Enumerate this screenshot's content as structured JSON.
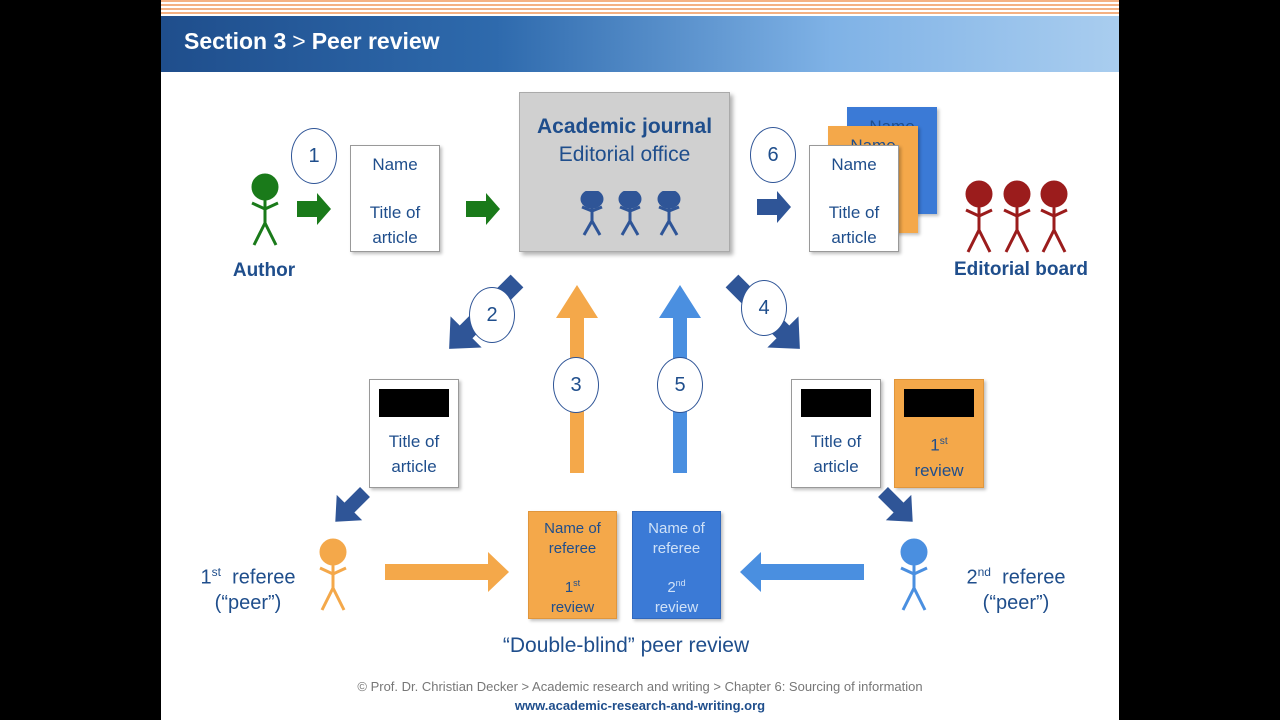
{
  "header": {
    "section": "Section 3",
    "separator": ">",
    "title": "Peer review"
  },
  "labels": {
    "author": "Author",
    "editorial_board": "Editorial board",
    "double_blind": "“Double-blind” peer review",
    "referee1_num": "1",
    "referee1_sup": "st",
    "referee1_word": "referee",
    "referee1_peer": "(“peer”)",
    "referee2_num": "2",
    "referee2_sup": "nd",
    "referee2_word": "referee",
    "referee2_peer": "(“peer”)"
  },
  "journal": {
    "line1": "Academic journal",
    "line2": "Editorial office"
  },
  "docs": {
    "name": "Name",
    "title_of": "Title of",
    "article": "article",
    "name_of": "Name of",
    "referee": "referee",
    "review": "review",
    "first_num": "1",
    "first_sup": "st",
    "second_num": "2",
    "second_sup": "nd"
  },
  "steps": [
    "1",
    "2",
    "3",
    "4",
    "5",
    "6"
  ],
  "footer": {
    "credit": "© Prof. Dr. Christian Decker > Academic research and writing > Chapter 6: Sourcing of information",
    "url": "www.academic-research-and-writing.org"
  },
  "colors": {
    "navy": "#1f4e8c",
    "green": "#1a7a1a",
    "dark_red": "#9b1c1c",
    "orange": "#f4a84a",
    "blue": "#4a8fe0",
    "doc_orange": "#f4a84a",
    "doc_blue": "#3b7ad6"
  }
}
